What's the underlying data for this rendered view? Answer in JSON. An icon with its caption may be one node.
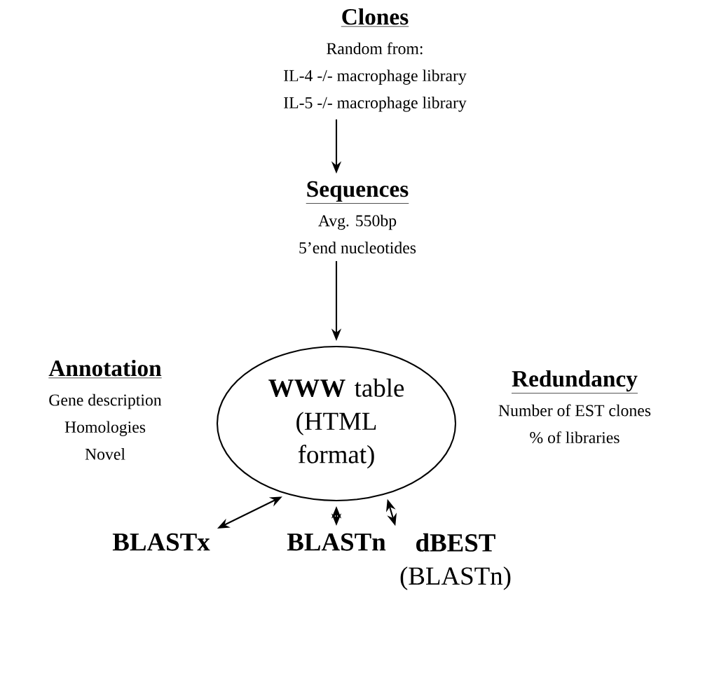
{
  "diagram": {
    "nodes": [
      {
        "text": [
          "Clones",
          "Random from:",
          "IL-4 -/- macrophage library",
          "IL-5 -/- macrophage library"
        ]
      },
      {
        "text": [
          "Sequences",
          "Avg. 550bp",
          "5’end nucleotides"
        ]
      },
      {
        "text": [
          "**WWW** table (HTML format)"
        ]
      },
      {
        "text": [
          "Annotation",
          "Gene description",
          "Homologies",
          "Novel"
        ]
      },
      {
        "text": [
          "Redundancy",
          "Number of EST clones",
          "% of libraries"
        ]
      },
      {
        "text": [
          "BLASTx"
        ]
      },
      {
        "text": [
          "BLASTn"
        ]
      },
      {
        "text": [
          "dBEST",
          "(BLASTn)"
        ]
      }
    ],
    "edges": [
      {
        "from": 0,
        "to": 1,
        "arrow": "to"
      },
      {
        "from": 1,
        "to": 2,
        "arrow": "to"
      },
      {
        "from": 2,
        "to": 5,
        "arrow": "both"
      },
      {
        "from": 2,
        "to": 6,
        "arrow": "both"
      },
      {
        "from": 2,
        "to": 7,
        "arrow": "both"
      }
    ]
  }
}
